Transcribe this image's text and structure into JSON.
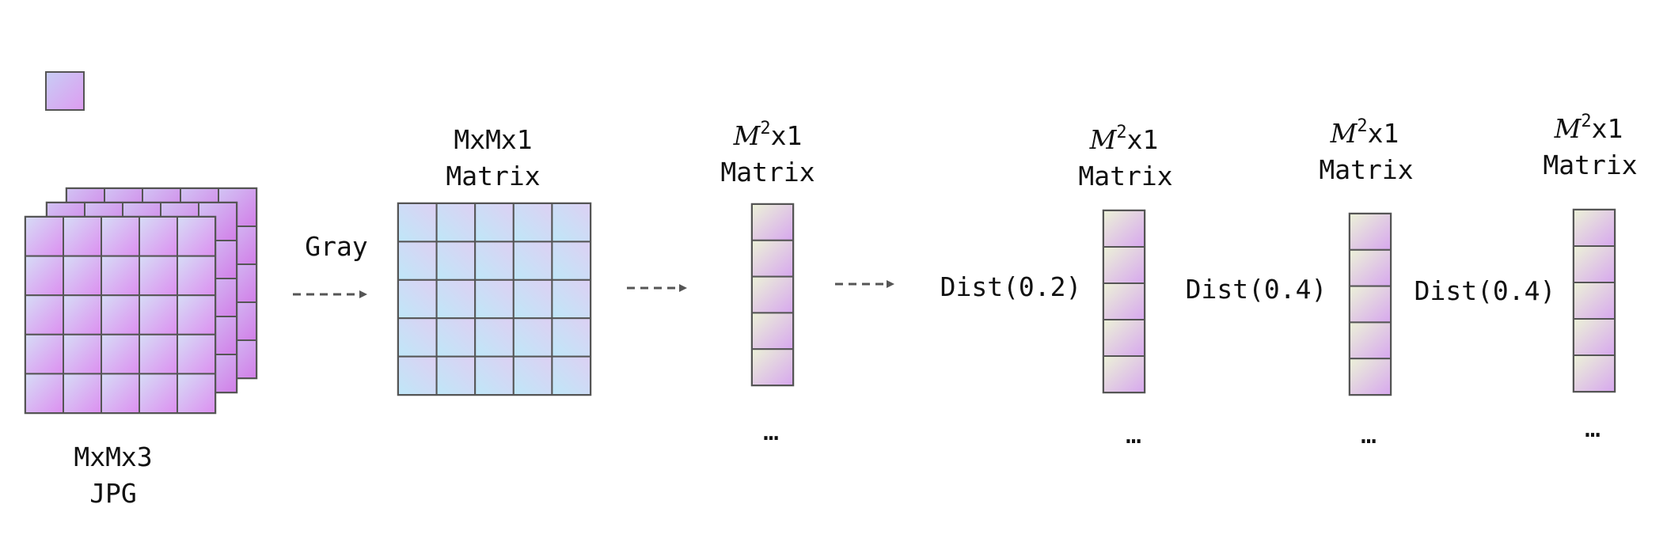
{
  "colors": {
    "purple_light": "#dcc6f2",
    "purple_deep": "#d88bf0",
    "lavender": "#d4c8f4",
    "cyan_light": "#c4e6f8",
    "green_light": "#e6f0d2",
    "grid_stroke": "#555555",
    "arrow": "#555555",
    "text": "#111111"
  },
  "labels": {
    "input_dims": "MxMx3",
    "input_format": "JPG",
    "gray_step": "Gray",
    "gray_matrix_dims": "MxMx1",
    "gray_matrix_name": "Matrix",
    "vec1_var": "M",
    "vec1_exp": "2",
    "vec1_tail": "x1",
    "vec1_name": "Matrix",
    "vec1_more": "…",
    "vec2_var": "M",
    "vec2_exp": "2",
    "vec2_tail": "x1",
    "vec2_name": "Matrix",
    "vec2_more": "…",
    "vec3_var": "M",
    "vec3_exp": "2",
    "vec3_tail": "x1",
    "vec3_name": "Matrix",
    "vec3_more": "…",
    "vec4_var": "M",
    "vec4_exp": "2",
    "vec4_tail": "x1",
    "vec4_name": "Matrix",
    "vec4_more": "…",
    "dist1": "Dist(0.2)",
    "dist2": "Dist(0.4)",
    "dist3": "Dist(0.4)"
  }
}
